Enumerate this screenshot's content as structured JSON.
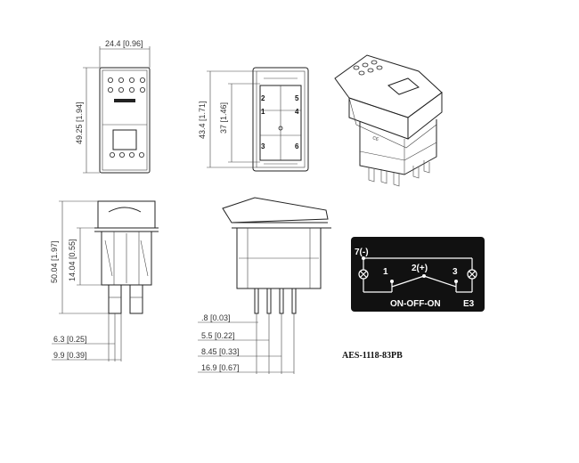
{
  "front_view": {
    "width_label": "24.4 [0.96]",
    "height_label": "49.25 [1.94]"
  },
  "rear_view": {
    "outer_height_label": "43.4 [1.71]",
    "inner_height_label": "37 [1.46]",
    "terminal_numbers": [
      "2",
      "5",
      "1",
      "4",
      "3",
      "6"
    ]
  },
  "side_left": {
    "height_label": "50.04 [1.97]",
    "body_height_label": "14.04 [0.55]",
    "pin_dim1": "6.3 [0.25]",
    "pin_dim2": "9.9 [0.39]"
  },
  "side_right": {
    "dims": [
      ".8 [0.03]",
      "5.5 [0.22]",
      "8.45 [0.33]",
      "16.9 [0.67]"
    ]
  },
  "schematic": {
    "pin7": "7(-)",
    "pin1": "1",
    "pin2": "2(+)",
    "pin3": "3",
    "mode": "ON-OFF-ON",
    "code": "E3"
  },
  "part_number": "AES-1118-83PB"
}
